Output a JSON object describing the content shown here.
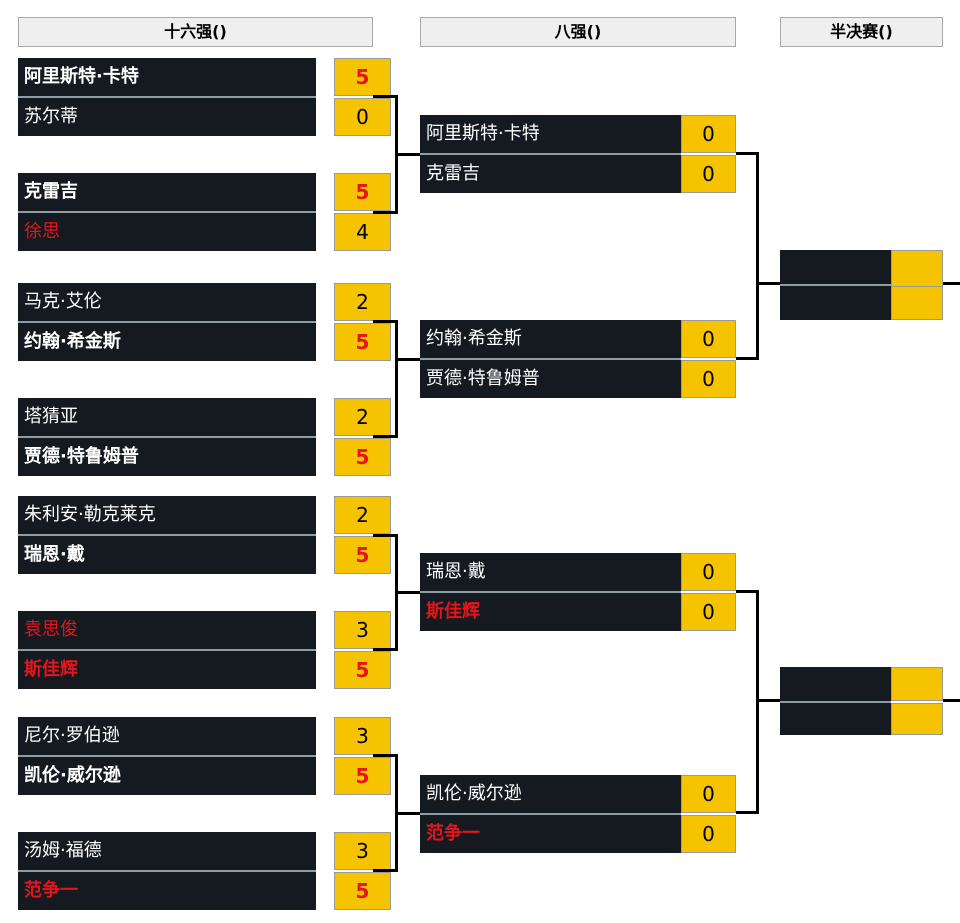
{
  "headers": {
    "r16": "十六强()",
    "qf": "八强()",
    "sf": "半决赛()"
  },
  "r16": [
    {
      "name": "阿里斯特·卡特",
      "score": "5"
    },
    {
      "name": "苏尔蒂",
      "score": "0"
    },
    {
      "name": "克雷吉",
      "score": "5"
    },
    {
      "name": "徐思",
      "score": "4"
    },
    {
      "name": "马克·艾伦",
      "score": "2"
    },
    {
      "name": "约翰·希金斯",
      "score": "5"
    },
    {
      "name": "塔猜亚",
      "score": "2"
    },
    {
      "name": "贾德·特鲁姆普",
      "score": "5"
    },
    {
      "name": "朱利安·勒克莱克",
      "score": "2"
    },
    {
      "name": "瑞恩·戴",
      "score": "5"
    },
    {
      "name": "袁思俊",
      "score": "3"
    },
    {
      "name": "斯佳辉",
      "score": "5"
    },
    {
      "name": "尼尔·罗伯逊",
      "score": "3"
    },
    {
      "name": "凯伦·威尔逊",
      "score": "5"
    },
    {
      "name": "汤姆·福德",
      "score": "3"
    },
    {
      "name": "范争一",
      "score": "5"
    }
  ],
  "qf": [
    {
      "name": "阿里斯特·卡特",
      "score": "0"
    },
    {
      "name": "克雷吉",
      "score": "0"
    },
    {
      "name": "约翰·希金斯",
      "score": "0"
    },
    {
      "name": "贾德·特鲁姆普",
      "score": "0"
    },
    {
      "name": "瑞恩·戴",
      "score": "0"
    },
    {
      "name": "斯佳辉",
      "score": "0"
    },
    {
      "name": "凯伦·威尔逊",
      "score": "0"
    },
    {
      "name": "范争一",
      "score": "0"
    }
  ],
  "colors": {
    "name_bg": "#141a1f",
    "score_bg": "#f5c300",
    "highlight_red": "#e4151c",
    "header_bg": "#efefef"
  }
}
